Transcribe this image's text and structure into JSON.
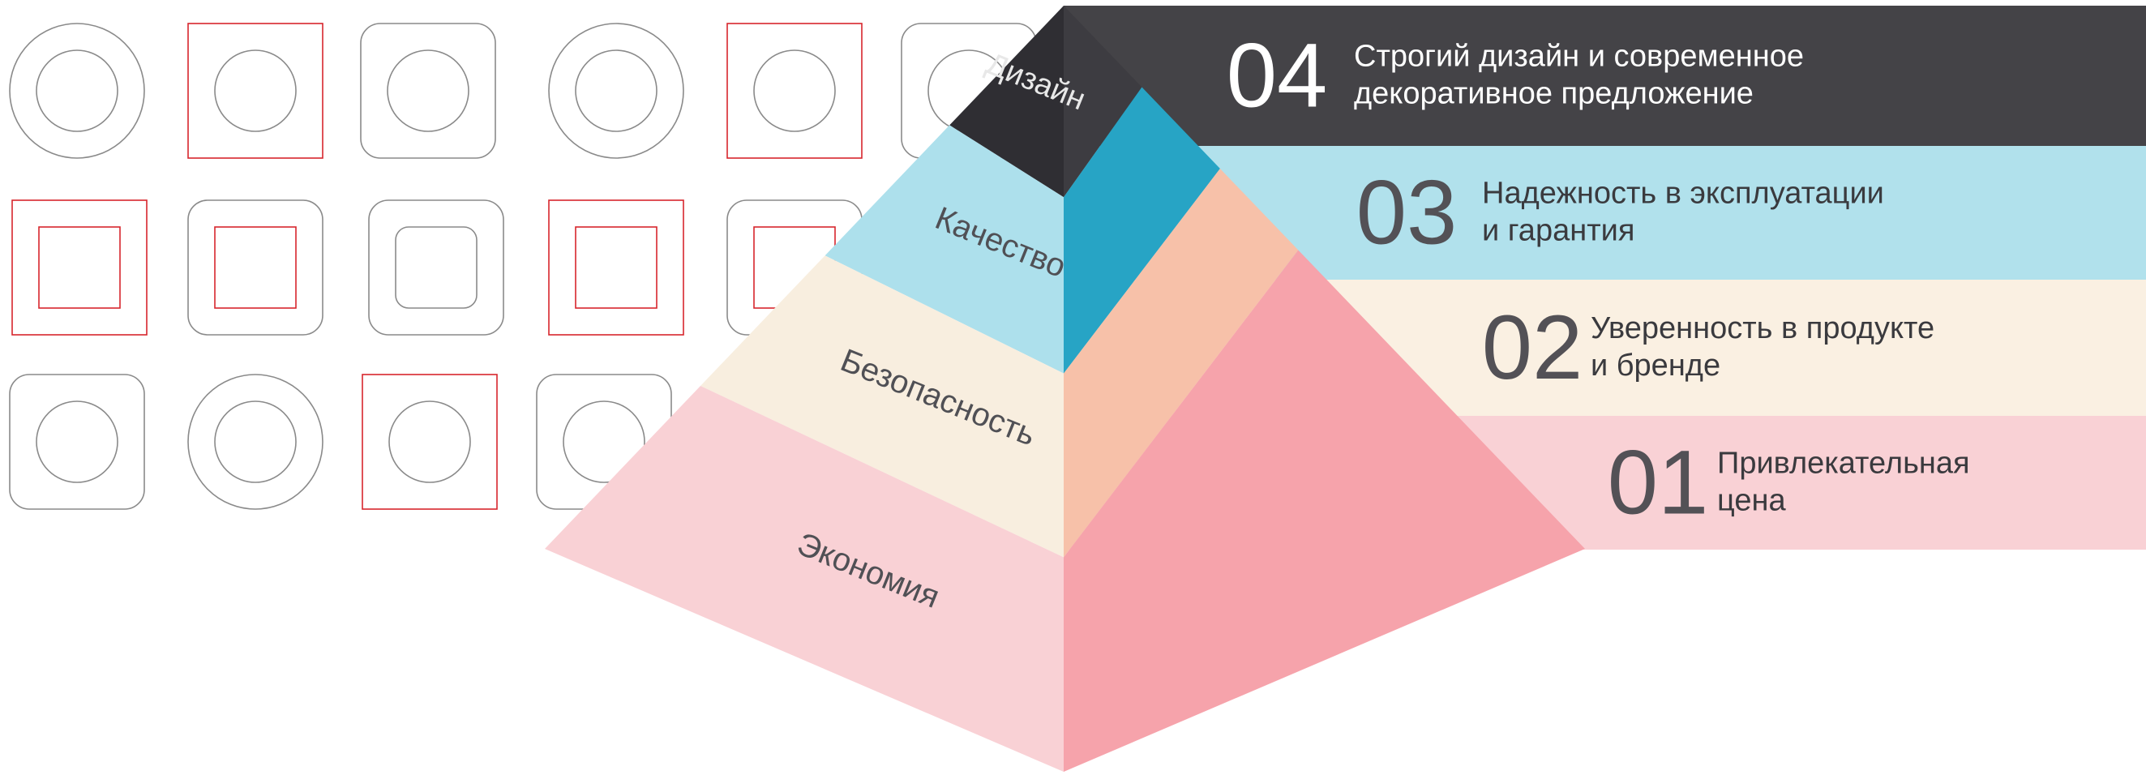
{
  "diagram": {
    "type": "pyramid-infographic",
    "levels": [
      {
        "id": "design",
        "number": "04",
        "pyramid_label": "Дизайн",
        "description_lines": [
          "Строгий дизайн и современное",
          "декоративное предложение"
        ],
        "colors": {
          "left": "#2f2e33",
          "right": "#3d3c41",
          "band": "#444347",
          "number": "#ffffff",
          "text": "#ffffff",
          "label": "#e8e8e8"
        }
      },
      {
        "id": "quality",
        "number": "03",
        "pyramid_label": "Качество",
        "description_lines": [
          "Надежность в эксплуатации",
          "и гарантия"
        ],
        "colors": {
          "left": "#ade0ec",
          "right": "#27a4c5",
          "band": "#b1e1ec",
          "number": "#535156",
          "text": "#3a3a3e",
          "label": "#505055"
        }
      },
      {
        "id": "safety",
        "number": "02",
        "pyramid_label": "Безопасность",
        "description_lines": [
          "Уверенность в продукте",
          "и бренде"
        ],
        "colors": {
          "left": "#f8eedf",
          "right": "#f7c1a9",
          "band": "#faf0e2",
          "number": "#535156",
          "text": "#3a3a3e",
          "label": "#505055"
        }
      },
      {
        "id": "economy",
        "number": "01",
        "pyramid_label": "Экономия",
        "description_lines": [
          "Привлекательная",
          "цена"
        ],
        "colors": {
          "left": "#f9d1d5",
          "right": "#f6a3ab",
          "band": "#f9d1d5",
          "number": "#535156",
          "text": "#3a3a3e",
          "label": "#505055"
        }
      }
    ],
    "background_pattern": {
      "tile_kinds": [
        "circle-in-circle",
        "circle-in-red-square",
        "circle-in-rounded-square",
        "square-in-red-square",
        "square-in-rounded-square",
        "rounded-square-in-rounded-square"
      ],
      "outline_color": "#8a8a8a",
      "accent_color": "#d7262d"
    }
  }
}
